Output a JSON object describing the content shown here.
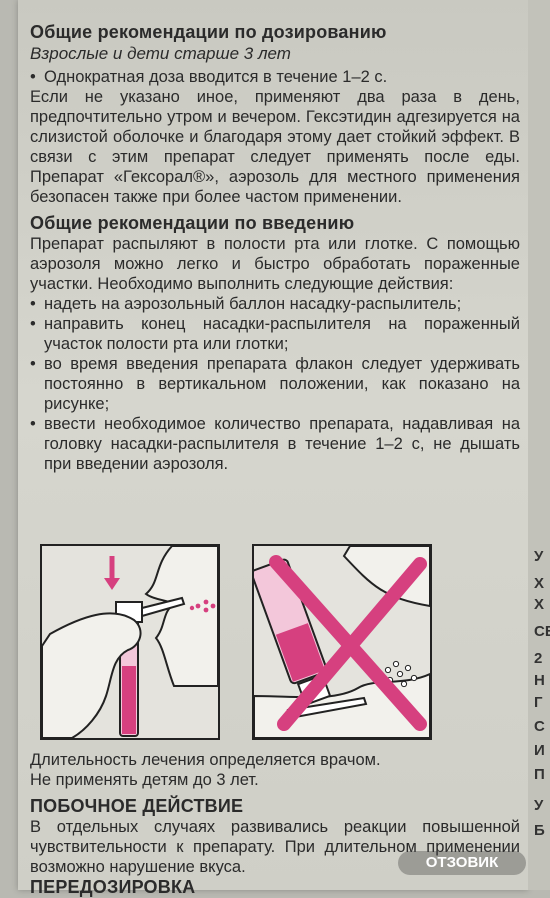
{
  "dosage": {
    "heading": "Общие рекомендации по дозированию",
    "subheading": "Взрослые и дети старше 3 лет",
    "bullet": "Однократная доза вводится в течение 1–2 с.",
    "body": "Если не указано иное, применяют два раза в день, предпочтительно утром и вечером. Гексэтидин адгезируется на слизистой оболочке и благодаря этому дает стойкий эффект. В связи с этим препарат следует применять после еды. Препарат «Гексорал®», аэрозоль для местного применения безопасен также при более частом применении."
  },
  "administration": {
    "heading": "Общие рекомендации по введению",
    "intro": "Препарат распыляют в полости рта или глотке. С помощью аэрозоля можно легко и быстро обработать пораженные участки. Необходимо выполнить следующие действия:",
    "steps": [
      "надеть на аэрозольный баллон насадку-распылитель;",
      "направить конец насадки-распылителя на пораженный участок полости рта или глотки;",
      "во время введения препарата флакон следует удерживать постоянно в вертикальном положении, как показано на рисунке;",
      "ввести необходимое количество препарата, надавливая на головку насадки-распылителя в течение 1–2 с, не дышать при введении аэрозоля."
    ]
  },
  "notes": {
    "duration": "Длительность лечения определяется врачом.",
    "children": "Не применять детям до 3 лет."
  },
  "side_effects": {
    "heading": "ПОБОЧНОЕ ДЕЙСТВИЕ",
    "body": "В отдельных случаях развивались реакции повышенной чувствительности к препарату. При длительном применении возможно нарушение вкуса."
  },
  "overdose": {
    "heading": "ПЕРЕДОЗИРОВКА"
  },
  "watermark": "ОТЗОВИК",
  "colors": {
    "accent_pink": "#d6407f",
    "paper": "#d3d3cb",
    "ink": "#2b2b2b"
  },
  "side_edge": [
    "У",
    "Х",
    "Х",
    "СЕ",
    "2",
    "Н",
    "Г",
    "С",
    "И",
    "П",
    "У",
    "Б"
  ]
}
